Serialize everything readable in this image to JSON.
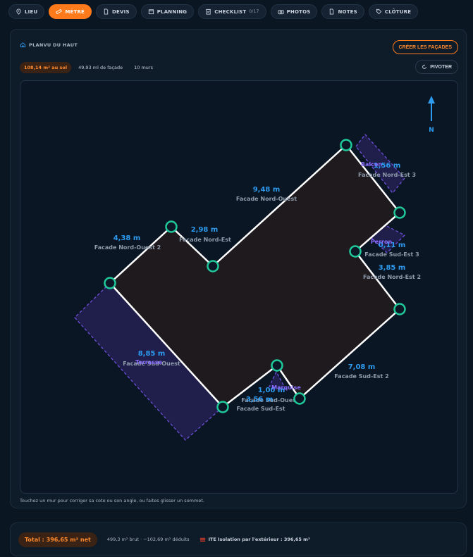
{
  "tabs": [
    {
      "label": "LIEU",
      "icon": "pin-icon",
      "active": false
    },
    {
      "label": "MÉTRÉ",
      "icon": "ruler-icon",
      "active": true
    },
    {
      "label": "DEVIS",
      "icon": "document-icon",
      "active": false
    },
    {
      "label": "PLANNING",
      "icon": "calendar-icon",
      "active": false
    },
    {
      "label": "CHECKLIST",
      "count": "0/17",
      "icon": "checklist-icon",
      "active": false
    },
    {
      "label": "PHOTOS",
      "icon": "camera-icon",
      "active": false
    },
    {
      "label": "NOTES",
      "icon": "note-icon",
      "active": false
    },
    {
      "label": "CLÔTURE",
      "icon": "tag-icon",
      "active": false
    }
  ],
  "plan": {
    "title": "PLANVU DU HAUT",
    "create_facades": "CRÉER LES FAÇADES",
    "rotate": "PIVOTER",
    "stats": {
      "area": "108,14 m² au sol",
      "facade_length": "49,93 ml de façade",
      "walls": "10 murs"
    },
    "north": "N",
    "hint": "Touchez un mur pour corriger sa cote ou son angle, ou faites glisser un sommet."
  },
  "walls": [
    {
      "length": "9,48 m",
      "name": "Facade Nord-Ouest"
    },
    {
      "length": "1,56 m",
      "name": "Facade Nord-Est 3"
    },
    {
      "length": "0,11 m",
      "name": "Facade Sud-Est 3"
    },
    {
      "length": "3,85 m",
      "name": "Facade Nord-Est 2"
    },
    {
      "length": "7,08 m",
      "name": "Facade Sud-Est 2"
    },
    {
      "length": "1,00 m",
      "name": "Facade Sud-Ouest"
    },
    {
      "length": "3,56 m",
      "name": "Facade Sud-Est"
    },
    {
      "length": "8,85 m",
      "name": "Facade Sud-Ouest"
    },
    {
      "length": "4,38 m",
      "name": "Facade Nord-Ouest 2"
    },
    {
      "length": "2,98 m",
      "name": "Facade Nord-Est"
    }
  ],
  "zones": [
    {
      "label": "Balcon"
    },
    {
      "label": "Perron"
    },
    {
      "label": "Terrasse"
    },
    {
      "label": "Marquise"
    }
  ],
  "summary": {
    "total": "Total : 396,65 m² net",
    "detail": "499,3 m² brut · −102,69 m² déduits",
    "ite": "ITE Isolation par l'extérieur : 396,65 m²"
  },
  "colors": {
    "accent": "#ff7a1a",
    "wall": "#ffffff",
    "vertex": "#1fc99a",
    "length_label": "#2d9bf0",
    "name_label": "#8e9bab",
    "zone": "#6b4fd8"
  }
}
